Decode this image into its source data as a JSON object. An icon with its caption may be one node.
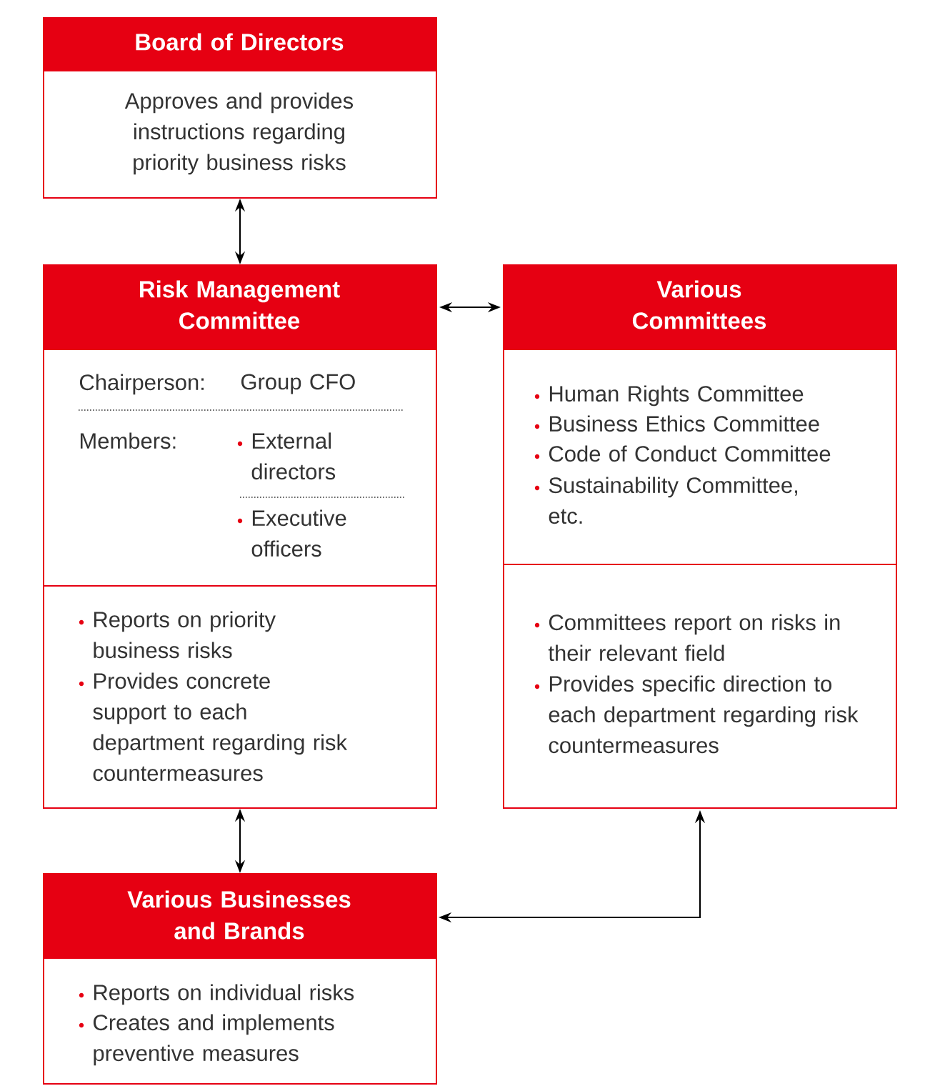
{
  "diagram": {
    "nodes": [
      {
        "text": [
          "Board of Directors",
          "Approves and provides instructions regarding priority business risks"
        ]
      },
      {
        "text": [
          "Risk Management Committee",
          "Chairperson:",
          "Group CFO",
          "Members:",
          "External directors",
          "Executive officers",
          "Reports on priority business risks",
          "Provides concrete support to each department regarding risk countermeasures"
        ]
      },
      {
        "text": [
          "Various Committees",
          "Human Rights Committee",
          "Business Ethics Committee",
          "Code of Conduct Committee",
          "Sustainability Committee, etc.",
          "Committees report on risks in their relevant field",
          "Provides specific direction to each department regarding risk countermeasures"
        ]
      },
      {
        "text": [
          "Various Businesses and Brands",
          "Reports on individual risks",
          "Creates and implements preventive measures"
        ]
      }
    ],
    "edges": [
      {
        "from": 0,
        "to": 1,
        "arrow": "both"
      },
      {
        "from": 1,
        "to": 2,
        "arrow": "both"
      },
      {
        "from": 1,
        "to": 3,
        "arrow": "both"
      },
      {
        "from": 2,
        "to": 3,
        "arrow": "both"
      }
    ]
  }
}
